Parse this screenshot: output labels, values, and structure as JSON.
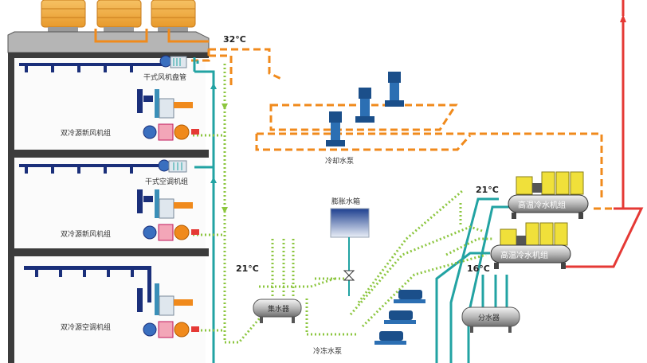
{
  "temps": {
    "cooling_supply": "32°C",
    "chilled_return_left": "21°C",
    "chilled_return_right": "21°C",
    "chilled_supply": "16°C"
  },
  "labels": {
    "dry_fan_coil": "干式风机盘管",
    "dry_ac_unit": "干式空调机组",
    "fresh_air_unit_1": "双冷源新风机组",
    "fresh_air_unit_2": "双冷源新风机组",
    "ac_unit": "双冷源空调机组",
    "cooling_pump": "冷却水泵",
    "expansion_tank": "膨胀水箱",
    "collector": "集水器",
    "distributor": "分水器",
    "chilled_pump": "冷冻水泵",
    "chiller_1": "高温冷水机组",
    "chiller_2": "高温冷水机组"
  },
  "colors": {
    "cooling_water": "#f08a1c",
    "chilled_water": "#22a3a3",
    "green_line": "#8cc63f",
    "hot_line": "#e53935",
    "pump_blue": "#1b4f8a",
    "building": "#2f2f2f",
    "chiller_yellow": "#f0e03a"
  }
}
